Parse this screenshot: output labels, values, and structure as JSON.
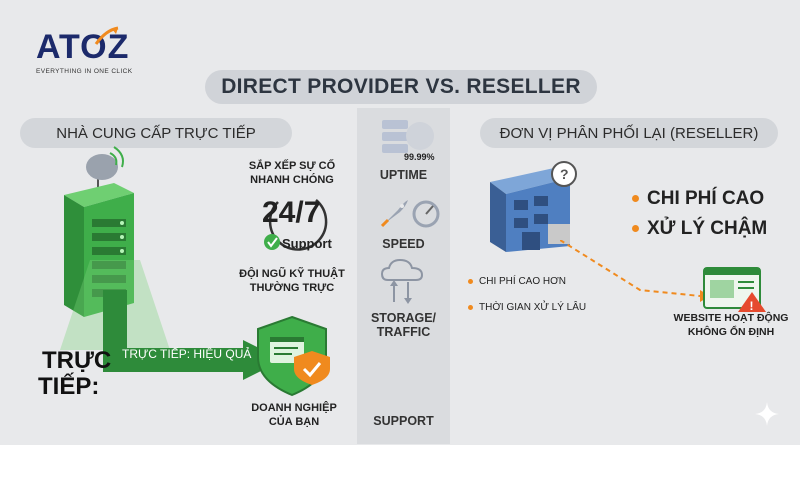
{
  "logo": {
    "text": "ATOZ",
    "tagline": "EVERYTHING IN ONE CLICK"
  },
  "title": "DIRECT PROVIDER VS. RESELLER",
  "left": {
    "header": "NHÀ CUNG CẤP TRỰC TIẾP",
    "fix_text_1": "SẮP XẾP SỰ CỐ",
    "fix_text_2": "NHANH CHÓNG",
    "support_big": "24/7",
    "support_word": "Support",
    "team_text_1": "ĐỘI NGŨ KỸ THUẬT",
    "team_text_2": "THƯỜNG TRỰC",
    "direct_label_1": "TRỰC",
    "direct_label_2": "TIẾP:",
    "arrow_text": "TRỰC TIẾP: HIỆU QUẢ",
    "business_1": "DOANH NGHIỆP",
    "business_2": "CỦA BẠN"
  },
  "middle": {
    "uptime_value": "99.99%",
    "uptime": "UPTIME",
    "speed": "SPEED",
    "storage_1": "STORAGE/",
    "storage_2": "TRAFFIC",
    "support": "SUPPORT"
  },
  "right": {
    "header": "ĐƠN VỊ PHÂN PHỐI LẠI (RESELLER)",
    "cost_high": "CHI PHÍ CAO",
    "slow": "XỬ LÝ CHẬM",
    "small_1": "CHI PHÍ CAO HƠN",
    "small_2": "THỜI GIAN XỬ LÝ LÂU",
    "website_1": "WEBSITE HOẠT ĐỘNG",
    "website_2": "KHÔNG ỔN ĐỊNH"
  },
  "colors": {
    "green_dark": "#2e8b3a",
    "green_light": "#58b85a",
    "orange": "#f08a1e",
    "navy": "#1c2a6b",
    "building": "#4f7fc1"
  },
  "icons": [
    "server-icon",
    "satellite-dish-icon",
    "clock-24-7-icon",
    "check-circle-icon",
    "shield-check-icon",
    "browser-icon",
    "uptime-server-icon",
    "rocket-icon",
    "speedometer-icon",
    "cloud-transfer-icon",
    "building-icon",
    "question-icon",
    "box-icon",
    "warning-icon",
    "sparkle-icon"
  ]
}
